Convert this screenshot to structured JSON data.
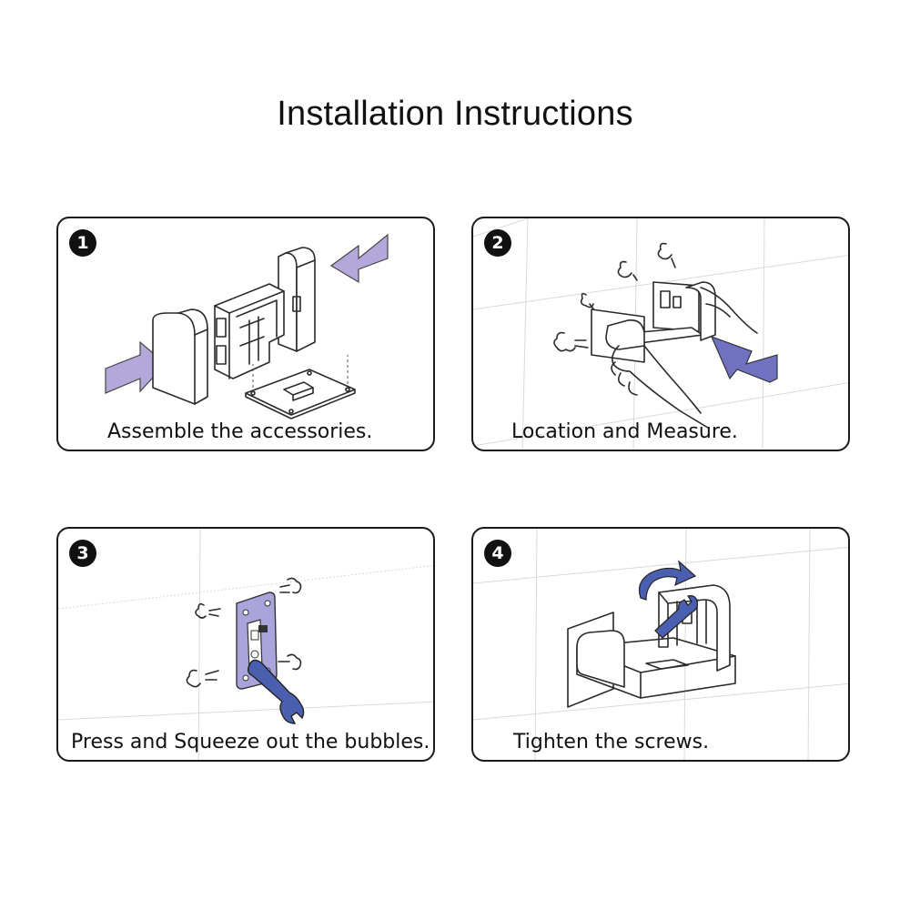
{
  "page": {
    "title": "Installation Instructions"
  },
  "steps": [
    {
      "number": "1",
      "caption": "Assemble the accessories.",
      "icon": "assembly-illustration"
    },
    {
      "number": "2",
      "caption": "Location and Measure.",
      "icon": "wall-mounting-illustration"
    },
    {
      "number": "3",
      "caption": "Press and Squeeze out the bubbles.",
      "icon": "wrench-press-illustration"
    },
    {
      "number": "4",
      "caption": "Tighten the screws.",
      "icon": "tighten-screws-illustration"
    }
  ],
  "colors": {
    "arrow_lavender": "#b3a8d9",
    "arrow_blue": "#6e72c0",
    "wrench_blue": "#4b5fb0",
    "plate_lavender": "#a9a5db"
  }
}
